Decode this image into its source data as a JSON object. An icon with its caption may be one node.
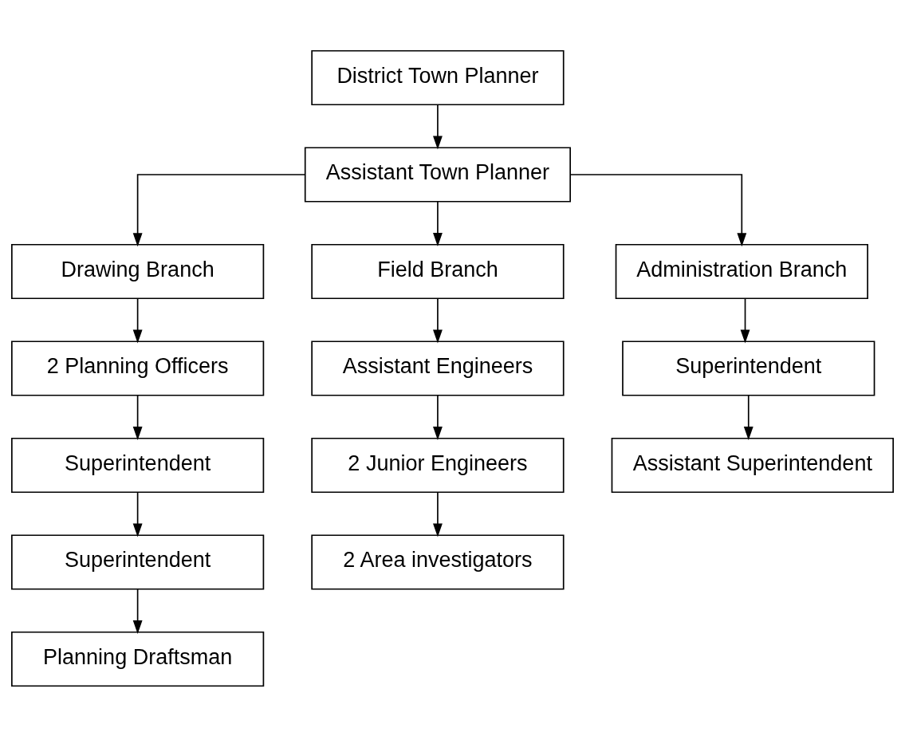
{
  "diagram": {
    "nodes": [
      {
        "text": [
          "District Town Planner"
        ]
      },
      {
        "text": [
          "Assistant Town Planner"
        ]
      },
      {
        "text": [
          "Drawing Branch"
        ]
      },
      {
        "text": [
          "Field Branch"
        ]
      },
      {
        "text": [
          "Administration Branch"
        ]
      },
      {
        "text": [
          "2 Planning Officers"
        ]
      },
      {
        "text": [
          "Assistant Engineers"
        ]
      },
      {
        "text": [
          "Superintendent"
        ]
      },
      {
        "text": [
          "Superintendent"
        ]
      },
      {
        "text": [
          "2 Junior Engineers"
        ]
      },
      {
        "text": [
          "Assistant Superintendent"
        ]
      },
      {
        "text": [
          "Superintendent"
        ]
      },
      {
        "text": [
          "2 Area investigators"
        ]
      },
      {
        "text": [
          "Planning Draftsman"
        ]
      }
    ],
    "edges": [
      {
        "from": 0,
        "to": 1,
        "arrow": "to"
      },
      {
        "from": 1,
        "to": 2,
        "arrow": "to"
      },
      {
        "from": 1,
        "to": 3,
        "arrow": "to"
      },
      {
        "from": 1,
        "to": 4,
        "arrow": "to"
      },
      {
        "from": 2,
        "to": 5,
        "arrow": "to"
      },
      {
        "from": 3,
        "to": 6,
        "arrow": "to"
      },
      {
        "from": 4,
        "to": 7,
        "arrow": "to"
      },
      {
        "from": 5,
        "to": 8,
        "arrow": "to"
      },
      {
        "from": 6,
        "to": 9,
        "arrow": "to"
      },
      {
        "from": 7,
        "to": 10,
        "arrow": "to"
      },
      {
        "from": 8,
        "to": 11,
        "arrow": "to"
      },
      {
        "from": 9,
        "to": 12,
        "arrow": "to"
      },
      {
        "from": 11,
        "to": 13,
        "arrow": "to"
      }
    ]
  }
}
